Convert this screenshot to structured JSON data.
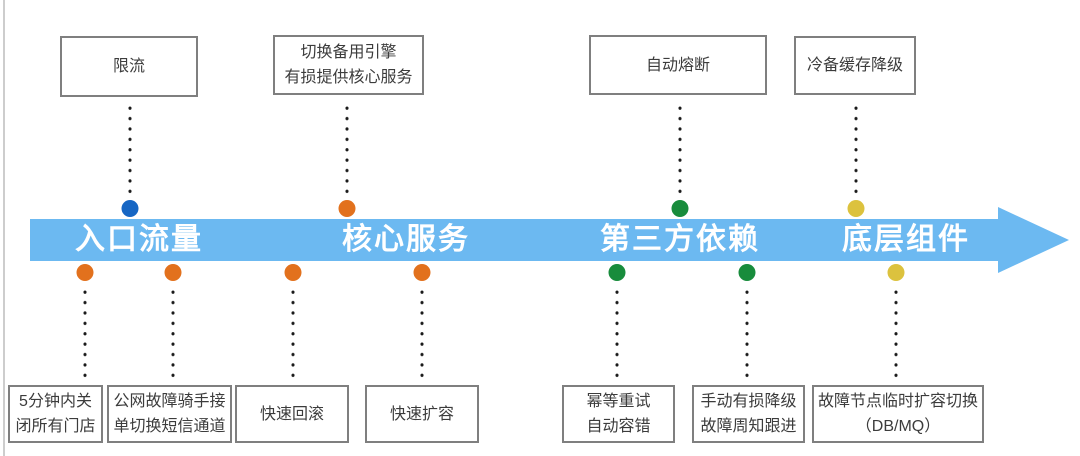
{
  "colors": {
    "arrow_band": "#6CB9F1",
    "dot_blue": "#1666C4",
    "dot_orange": "#E2711D",
    "dot_green": "#188C3C",
    "dot_yellow": "#DCC23E",
    "box_border": "#7F7F7F"
  },
  "timeline": {
    "stages": [
      {
        "label": "入口流量",
        "dot_color": "#1666C4"
      },
      {
        "label": "核心服务",
        "dot_color": "#E2711D"
      },
      {
        "label": "第三方依赖",
        "dot_color": "#188C3C"
      },
      {
        "label": "底层组件",
        "dot_color": "#DCC23E"
      }
    ]
  },
  "top_boxes": [
    {
      "lines": [
        "限流"
      ],
      "dot_color": "#1666C4"
    },
    {
      "lines": [
        "切换备用引擎",
        "有损提供核心服务"
      ],
      "dot_color": "#E2711D"
    },
    {
      "lines": [
        "自动熔断"
      ],
      "dot_color": "#188C3C"
    },
    {
      "lines": [
        "冷备缓存降级"
      ],
      "dot_color": "#DCC23E"
    }
  ],
  "bottom_boxes": [
    {
      "lines": [
        "5分钟内关",
        "闭所有门店"
      ],
      "dot_color": "#E2711D"
    },
    {
      "lines": [
        "公网故障骑手接",
        "单切换短信通道"
      ],
      "dot_color": "#E2711D"
    },
    {
      "lines": [
        "快速回滚"
      ],
      "dot_color": "#E2711D"
    },
    {
      "lines": [
        "快速扩容"
      ],
      "dot_color": "#E2711D"
    },
    {
      "lines": [
        "幂等重试",
        "自动容错"
      ],
      "dot_color": "#188C3C"
    },
    {
      "lines": [
        "手动有损降级",
        "故障周知跟进"
      ],
      "dot_color": "#188C3C"
    },
    {
      "lines": [
        "故障节点临时扩容切换",
        "（DB/MQ）"
      ],
      "dot_color": "#DCC23E"
    }
  ]
}
